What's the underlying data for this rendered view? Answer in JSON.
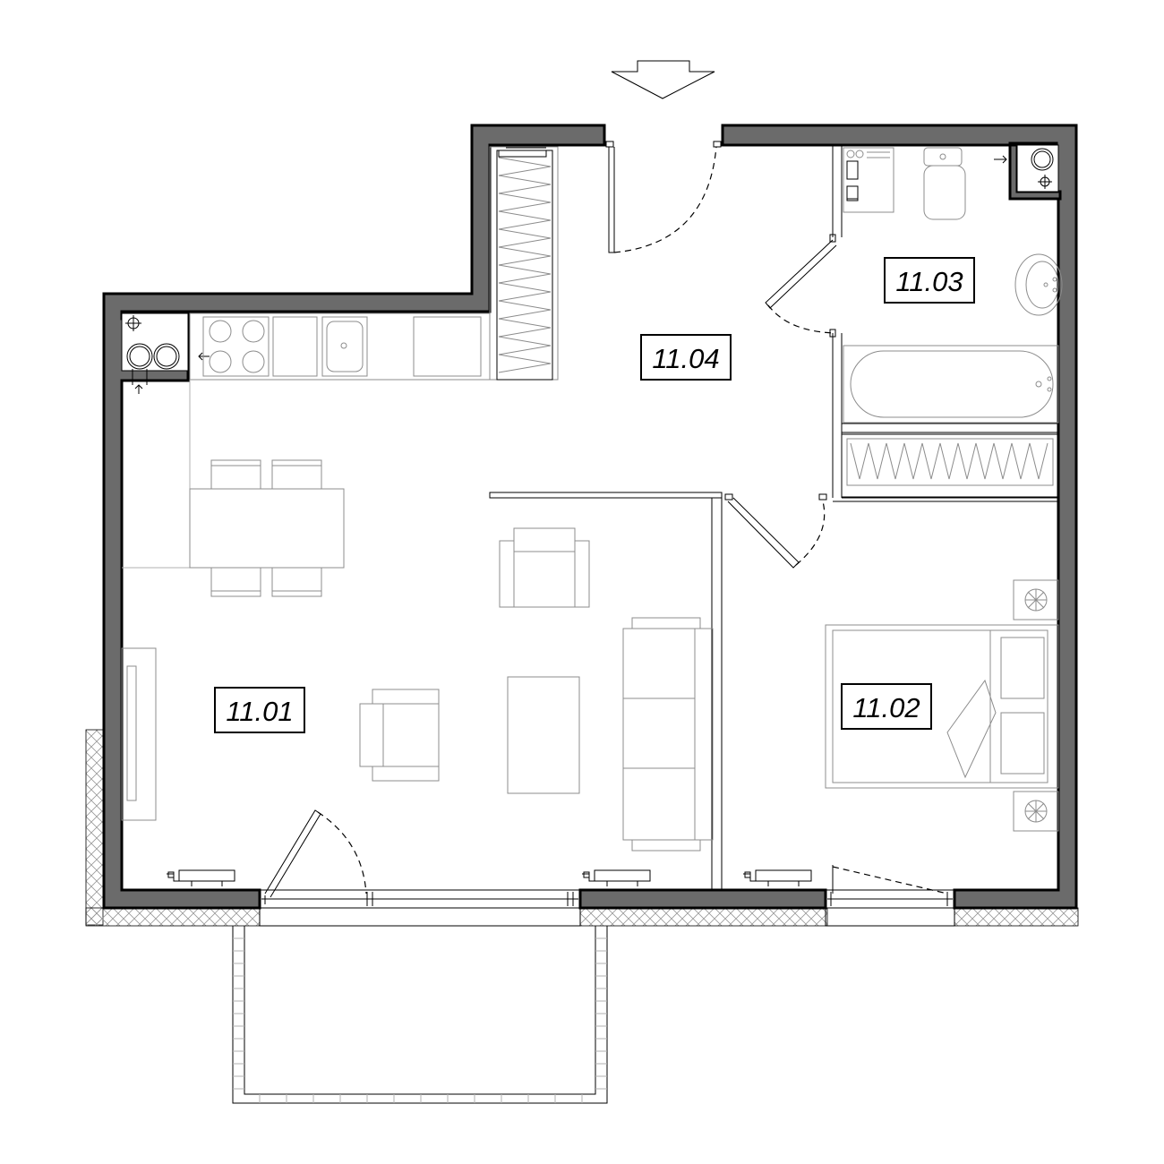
{
  "rooms": [
    {
      "id": "room-11-01",
      "label": "11.01"
    },
    {
      "id": "room-11-02",
      "label": "11.02"
    },
    {
      "id": "room-11-03",
      "label": "11.03"
    },
    {
      "id": "room-11-04",
      "label": "11.04"
    }
  ],
  "entry_arrow": "down-arrow-icon",
  "colors": {
    "wall": "#6b6b6b",
    "line": "#000000",
    "furniture": "#8c8c8c"
  }
}
